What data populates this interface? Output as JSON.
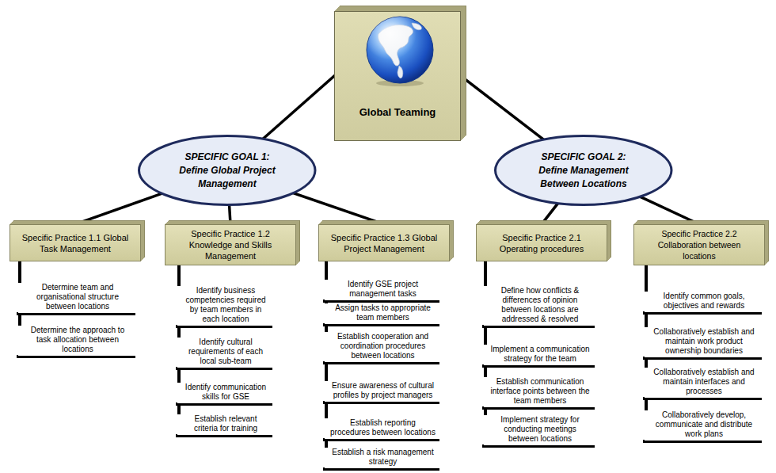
{
  "diagram": {
    "nodes": [
      {
        "text": [
          "Global Teaming"
        ]
      },
      {
        "text": [
          "SPECIFIC GOAL 1:",
          "Define Global Project Management"
        ]
      },
      {
        "text": [
          "SPECIFIC GOAL 2:",
          "Define Management Between Locations"
        ]
      },
      {
        "text": [
          "Specific Practice 1.1 Global Task Management"
        ]
      },
      {
        "text": [
          "Specific Practice 1.2 Knowledge and Skills Management"
        ]
      },
      {
        "text": [
          "Specific Practice 1.3 Global Project Management"
        ]
      },
      {
        "text": [
          "Specific Practice 2.1 Operating procedures"
        ]
      },
      {
        "text": [
          "Specific Practice 2.2 Collaboration between locations"
        ]
      },
      {
        "text": [
          "Determine team and organisational structure between locations"
        ]
      },
      {
        "text": [
          "Determine the approach to task allocation between locations"
        ]
      },
      {
        "text": [
          "Identify business competencies required by team members in each location"
        ]
      },
      {
        "text": [
          "Identify cultural requirements of each local sub-team"
        ]
      },
      {
        "text": [
          "Identify communication skills for GSE"
        ]
      },
      {
        "text": [
          "Establish relevant criteria for training"
        ]
      },
      {
        "text": [
          "Identify GSE project management tasks"
        ]
      },
      {
        "text": [
          "Assign tasks to appropriate team members"
        ]
      },
      {
        "text": [
          "Establish cooperation and coordination procedures between locations"
        ]
      },
      {
        "text": [
          "Ensure awareness of cultural profiles by project managers"
        ]
      },
      {
        "text": [
          "Establish reporting procedures between locations"
        ]
      },
      {
        "text": [
          "Establish a risk management strategy"
        ]
      },
      {
        "text": [
          "Define how conflicts & differences of opinion between locations are addressed & resolved"
        ]
      },
      {
        "text": [
          "Implement a communication strategy for the team"
        ]
      },
      {
        "text": [
          "Establish communication interface points between the team members"
        ]
      },
      {
        "text": [
          "Implement strategy for conducting meetings between locations"
        ]
      },
      {
        "text": [
          "Identify common goals, objectives and rewards"
        ]
      },
      {
        "text": [
          "Collaboratively establish and maintain work product ownership boundaries"
        ]
      },
      {
        "text": [
          "Collaboratively establish and maintain interfaces and processes"
        ]
      },
      {
        "text": [
          "Collaboratively develop, communicate and distribute work plans"
        ]
      }
    ],
    "edges": [
      {
        "from": 0,
        "to": 1,
        "arrow": "none"
      },
      {
        "from": 0,
        "to": 2,
        "arrow": "none"
      },
      {
        "from": 1,
        "to": 3,
        "arrow": "none"
      },
      {
        "from": 1,
        "to": 4,
        "arrow": "none"
      },
      {
        "from": 1,
        "to": 5,
        "arrow": "none"
      },
      {
        "from": 2,
        "to": 6,
        "arrow": "none"
      },
      {
        "from": 2,
        "to": 7,
        "arrow": "none"
      },
      {
        "from": 3,
        "to": 8,
        "arrow": "none"
      },
      {
        "from": 3,
        "to": 9,
        "arrow": "none"
      },
      {
        "from": 4,
        "to": 10,
        "arrow": "none"
      },
      {
        "from": 4,
        "to": 11,
        "arrow": "none"
      },
      {
        "from": 4,
        "to": 12,
        "arrow": "none"
      },
      {
        "from": 4,
        "to": 13,
        "arrow": "none"
      },
      {
        "from": 5,
        "to": 14,
        "arrow": "none"
      },
      {
        "from": 5,
        "to": 15,
        "arrow": "none"
      },
      {
        "from": 5,
        "to": 16,
        "arrow": "none"
      },
      {
        "from": 5,
        "to": 17,
        "arrow": "none"
      },
      {
        "from": 5,
        "to": 18,
        "arrow": "none"
      },
      {
        "from": 5,
        "to": 19,
        "arrow": "none"
      },
      {
        "from": 6,
        "to": 20,
        "arrow": "none"
      },
      {
        "from": 6,
        "to": 21,
        "arrow": "none"
      },
      {
        "from": 6,
        "to": 22,
        "arrow": "none"
      },
      {
        "from": 6,
        "to": 23,
        "arrow": "none"
      },
      {
        "from": 7,
        "to": 24,
        "arrow": "none"
      },
      {
        "from": 7,
        "to": 25,
        "arrow": "none"
      },
      {
        "from": 7,
        "to": 26,
        "arrow": "none"
      },
      {
        "from": 7,
        "to": 27,
        "arrow": "none"
      }
    ]
  }
}
